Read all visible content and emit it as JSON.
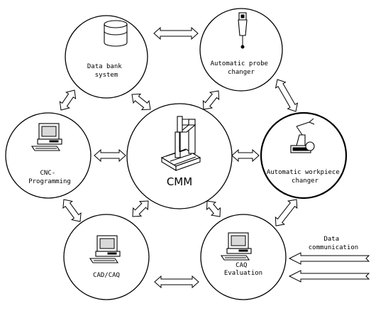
{
  "nodes": {
    "center": {
      "label": "CMM"
    },
    "data_bank": {
      "lines": [
        "Data bank",
        "system"
      ]
    },
    "probe_changer": {
      "lines": [
        "Automatic probe",
        "changer"
      ]
    },
    "workpiece_changer": {
      "lines": [
        "Automatic workpiece",
        "changer"
      ]
    },
    "cnc": {
      "lines": [
        "CNC-",
        "Programming"
      ]
    },
    "cad_caq": {
      "lines": [
        "CAD/CAQ"
      ]
    },
    "caq_eval": {
      "lines": [
        "CAQ",
        "Evaluation"
      ]
    }
  },
  "external": {
    "data_communication": {
      "lines": [
        "Data",
        "communication"
      ]
    }
  },
  "icons": {
    "data_bank": "database-cylinder-icon",
    "probe_changer": "probe-icon",
    "workpiece_changer": "robot-arm-icon",
    "cnc": "computer-workstation-icon",
    "cad_caq": "computer-workstation-icon",
    "caq_eval": "computer-workstation-icon",
    "center": "cmm-machine-icon"
  }
}
